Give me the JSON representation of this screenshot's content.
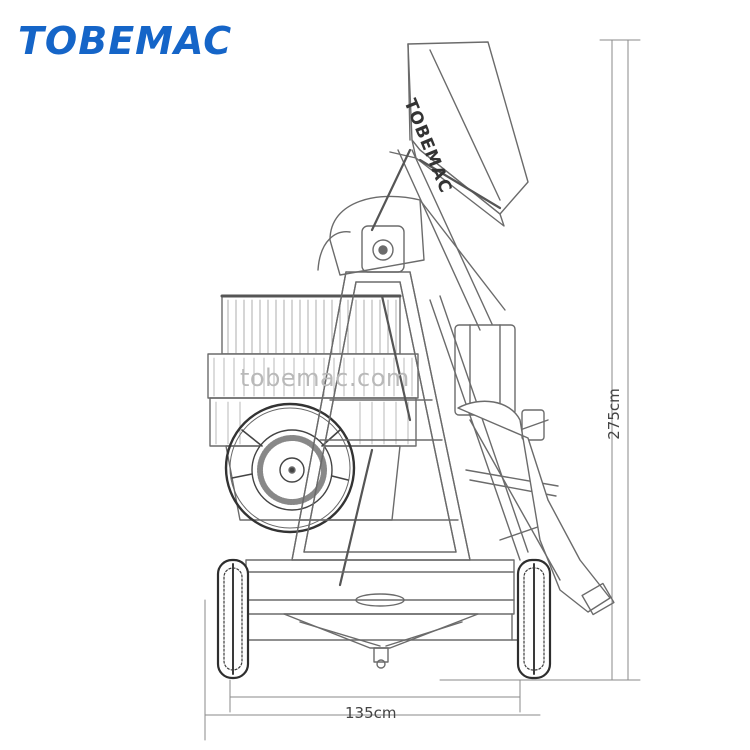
{
  "brand": {
    "logo_text": "TOBEMAC",
    "logo_color": "#1565c8",
    "hopper_label": "TOBEMAC"
  },
  "watermark": "tobemac.com",
  "dimensions": {
    "width_label": "135cm",
    "height_label": "275cm"
  },
  "colors": {
    "line": "#6b6b6b",
    "dark_line": "#333333",
    "tire": "#3a3a3a"
  }
}
